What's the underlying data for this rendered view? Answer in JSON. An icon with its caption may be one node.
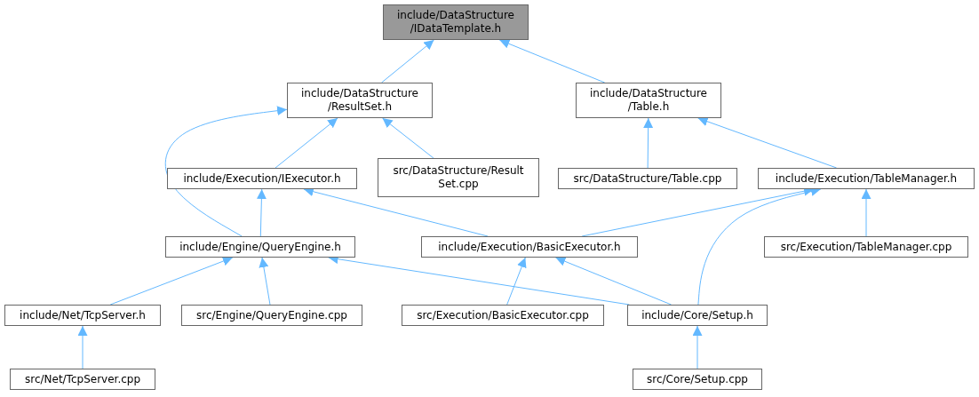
{
  "diagram": {
    "nodes": [
      {
        "text": [
          "include/DataStructure /IDataTemplate.h"
        ]
      },
      {
        "text": [
          "include/DataStructure /ResultSet.h"
        ]
      },
      {
        "text": [
          "include/DataStructure /Table.h"
        ]
      },
      {
        "text": [
          "include/Execution/IExecutor.h"
        ]
      },
      {
        "text": [
          "src/DataStructure/Result Set.cpp"
        ]
      },
      {
        "text": [
          "src/DataStructure/Table.cpp"
        ]
      },
      {
        "text": [
          "include/Execution/TableManager.h"
        ]
      },
      {
        "text": [
          "include/Engine/QueryEngine.h"
        ]
      },
      {
        "text": [
          "include/Execution/BasicExecutor.h"
        ]
      },
      {
        "text": [
          "src/Execution/TableManager.cpp"
        ]
      },
      {
        "text": [
          "include/Net/TcpServer.h"
        ]
      },
      {
        "text": [
          "src/Engine/QueryEngine.cpp"
        ]
      },
      {
        "text": [
          "src/Execution/BasicExecutor.cpp"
        ]
      },
      {
        "text": [
          "include/Core/Setup.h"
        ]
      },
      {
        "text": [
          "src/Net/TcpServer.cpp"
        ]
      },
      {
        "text": [
          "src/Core/Setup.cpp"
        ]
      }
    ],
    "edges": [
      {
        "from": 1,
        "to": 0,
        "arrow": "to"
      },
      {
        "from": 2,
        "to": 0,
        "arrow": "to"
      },
      {
        "from": 3,
        "to": 1,
        "arrow": "to"
      },
      {
        "from": 4,
        "to": 1,
        "arrow": "to"
      },
      {
        "from": 7,
        "to": 1,
        "arrow": "to"
      },
      {
        "from": 5,
        "to": 2,
        "arrow": "to"
      },
      {
        "from": 6,
        "to": 2,
        "arrow": "to"
      },
      {
        "from": 7,
        "to": 3,
        "arrow": "to"
      },
      {
        "from": 8,
        "to": 3,
        "arrow": "to"
      },
      {
        "from": 8,
        "to": 6,
        "arrow": "to"
      },
      {
        "from": 13,
        "to": 6,
        "arrow": "to"
      },
      {
        "from": 9,
        "to": 6,
        "arrow": "to"
      },
      {
        "from": 10,
        "to": 7,
        "arrow": "to"
      },
      {
        "from": 11,
        "to": 7,
        "arrow": "to"
      },
      {
        "from": 13,
        "to": 7,
        "arrow": "to"
      },
      {
        "from": 12,
        "to": 8,
        "arrow": "to"
      },
      {
        "from": 13,
        "to": 8,
        "arrow": "to"
      },
      {
        "from": 14,
        "to": 10,
        "arrow": "to"
      },
      {
        "from": 15,
        "to": 13,
        "arrow": "to"
      }
    ]
  }
}
